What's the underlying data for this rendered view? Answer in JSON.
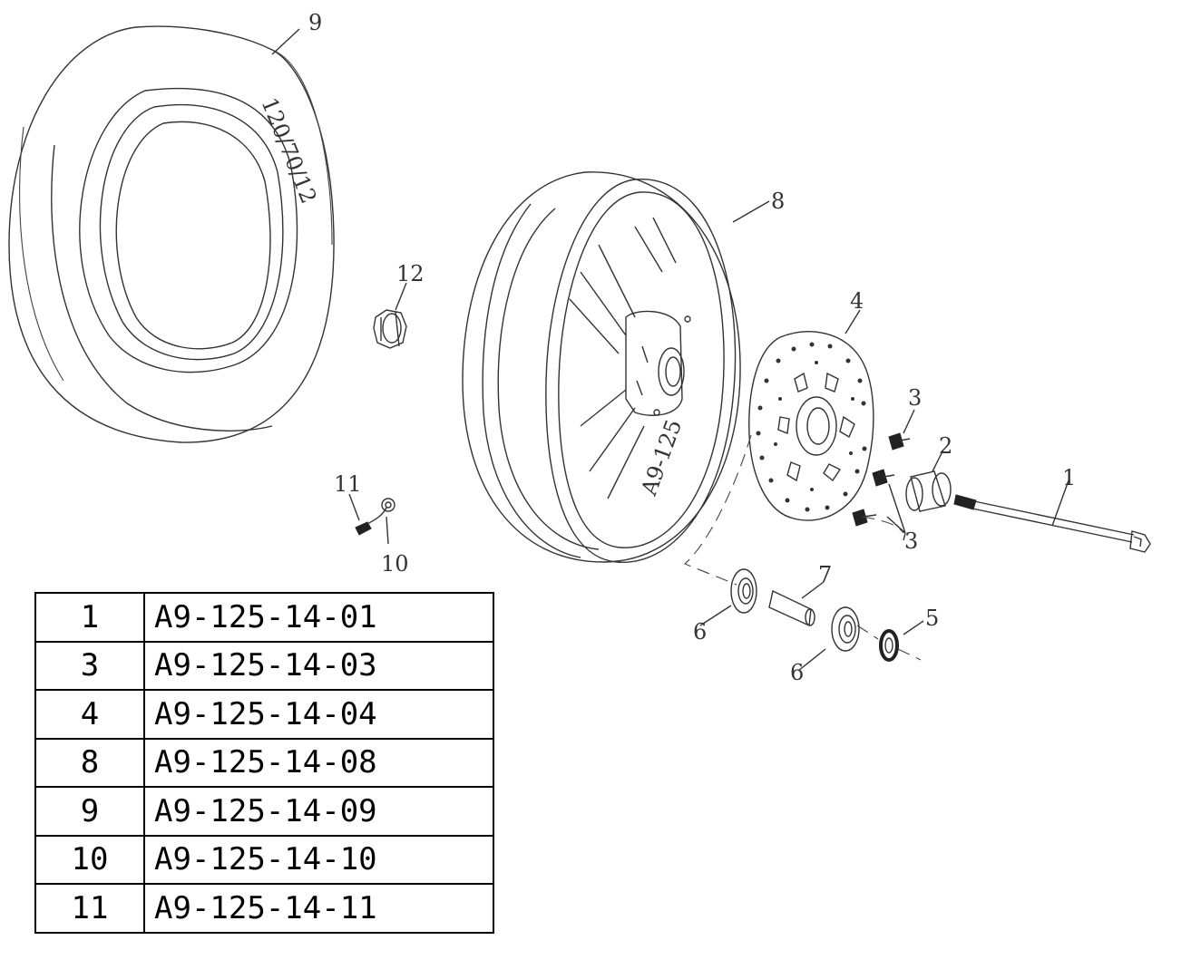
{
  "callouts": {
    "c1": "1",
    "c2": "2",
    "c3a": "3",
    "c3b": "3",
    "c4": "4",
    "c5": "5",
    "c6a": "6",
    "c6b": "6",
    "c7": "7",
    "c8": "8",
    "c9": "9",
    "c10": "10",
    "c11": "11",
    "c12": "12"
  },
  "tire_marking": "120/70/12",
  "parts_table": [
    {
      "num": "1",
      "part": "A9-125-14-01"
    },
    {
      "num": "3",
      "part": "A9-125-14-03"
    },
    {
      "num": "4",
      "part": "A9-125-14-04"
    },
    {
      "num": "8",
      "part": "A9-125-14-08"
    },
    {
      "num": "9",
      "part": "A9-125-14-09"
    },
    {
      "num": "10",
      "part": "A9-125-14-10"
    },
    {
      "num": "11",
      "part": "A9-125-14-11"
    }
  ]
}
